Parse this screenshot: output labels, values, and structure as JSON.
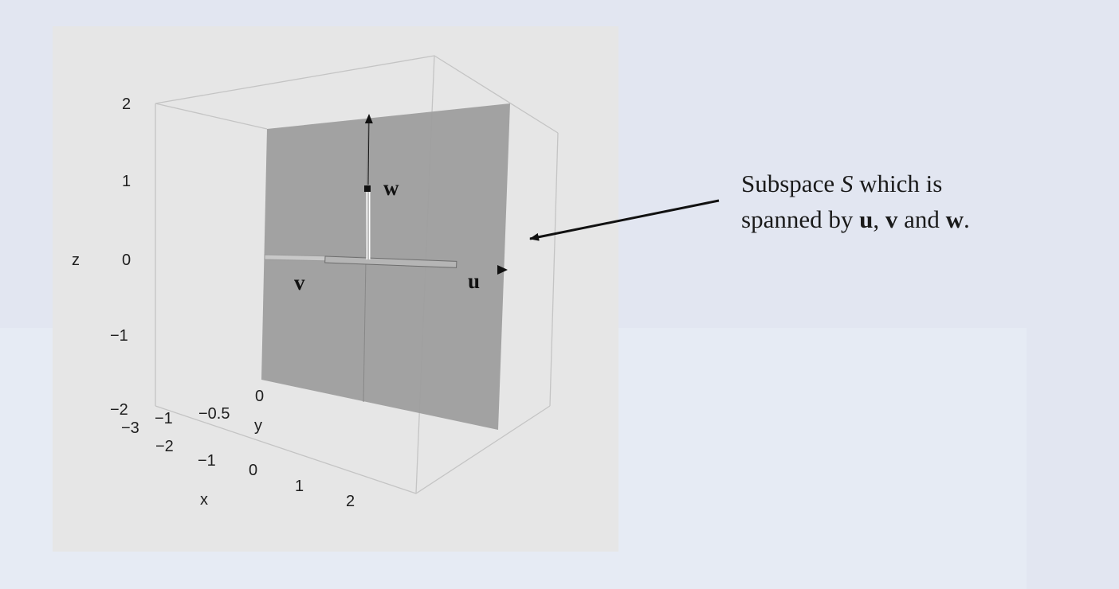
{
  "colors": {
    "slide_background": "#e2e6f1",
    "plot_panel": "#e6e6e6",
    "plane_fill": "#9c9c9c",
    "box_lines": "#c4c4c4",
    "text": "#1a1a1a"
  },
  "plot": {
    "axes": {
      "z": {
        "label": "z",
        "ticks": [
          "2",
          "1",
          "0",
          "−1",
          "−2"
        ]
      },
      "y": {
        "label": "y",
        "ticks": [
          "−1",
          "−0.5",
          "0"
        ]
      },
      "x": {
        "label": "x",
        "ticks": [
          "−3",
          "−2",
          "−1",
          "0",
          "1",
          "2"
        ]
      }
    },
    "vectors": {
      "u": "u",
      "v": "v",
      "w": "w"
    }
  },
  "annotation": {
    "line1": {
      "prefix": "Subspace ",
      "symbol": "S",
      "suffix": " which is"
    },
    "line2": {
      "prefix": "spanned by ",
      "u": "u",
      "sep1": ", ",
      "v": "v",
      "sep2": " and ",
      "w": "w",
      "end": "."
    }
  }
}
